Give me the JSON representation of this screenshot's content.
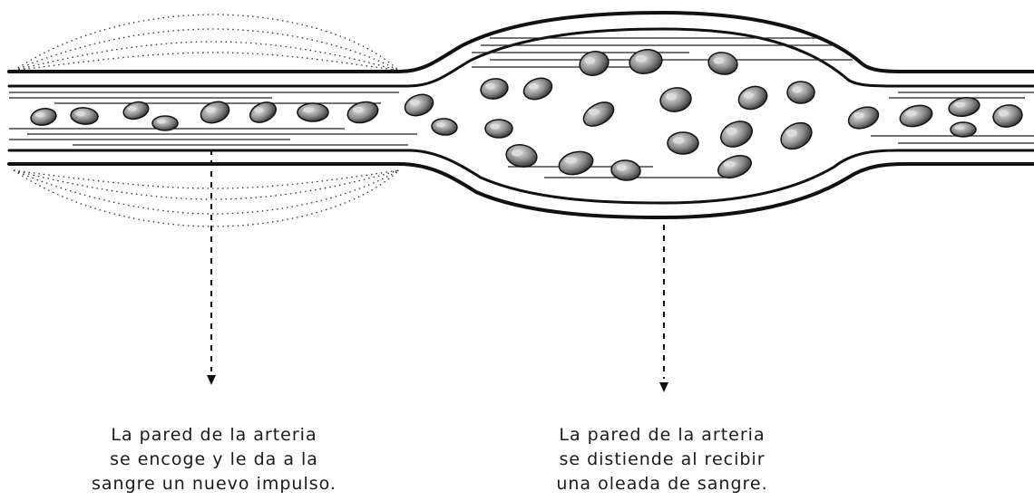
{
  "captions": {
    "left": {
      "line1": "La pared de la arteria",
      "line2": "se encoge y le da a la",
      "line3": "sangre un nuevo impulso."
    },
    "right": {
      "line1": "La pared de la arteria",
      "line2": "se distiende al recibir",
      "line3": "una oleada de sangre."
    }
  },
  "colors": {
    "ink": "#1a1a1a",
    "background": "#ffffff",
    "cell_fill": "#9a9a9a",
    "cell_dark": "#2a2a2a"
  }
}
